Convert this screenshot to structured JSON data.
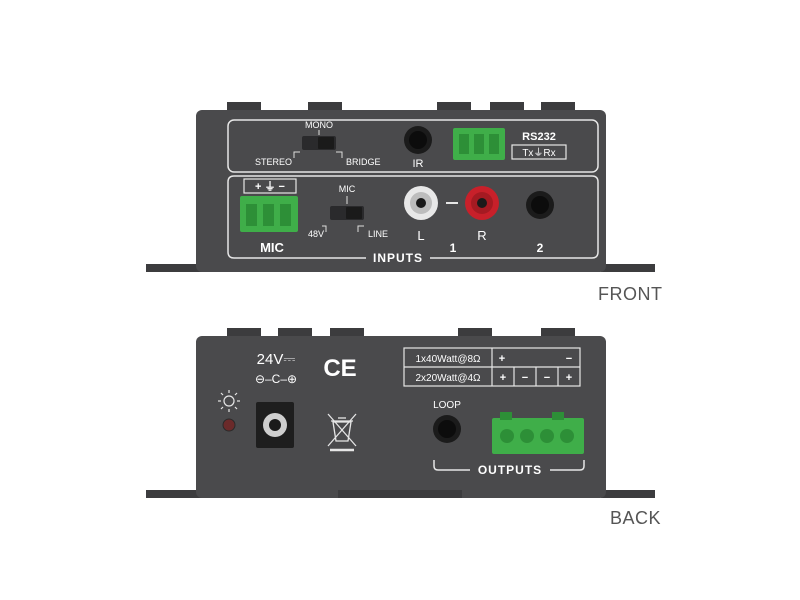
{
  "front": {
    "panel_label": "FRONT",
    "mode_switch": {
      "top": "MONO",
      "left": "STEREO",
      "right": "BRIDGE"
    },
    "ir_label": "IR",
    "rs232": {
      "title": "RS232",
      "pins": "Tx⏚Rx"
    },
    "mic_terminal_signs": "+ ⏚ −",
    "mic_label": "MIC",
    "input_switch": {
      "top": "MIC",
      "left": "48V",
      "right": "LINE"
    },
    "rca_left": "L",
    "rca_right": "R",
    "input1": "1",
    "input2": "2",
    "inputs_label": "INPUTS"
  },
  "back": {
    "panel_label": "BACK",
    "voltage": "24V⎓",
    "polarity": "⊖–C–⊕",
    "ce_mark": "CE",
    "loop_label": "LOOP",
    "outputs_label": "OUTPUTS",
    "output_table": {
      "row1": {
        "label": "1x40Watt@8Ω",
        "plus": "+",
        "minus": "−"
      },
      "row2": {
        "label": "2x20Watt@4Ω",
        "cells": [
          "+",
          "−",
          "−",
          "+"
        ]
      }
    }
  },
  "colors": {
    "chassis": "#4a4a4c",
    "chassis_dark": "#3c3c3e",
    "terminal_green": "#3fae49",
    "rca_red": "#c8202a",
    "rca_white": "#e8e8e8",
    "led": "#6b2a2a"
  },
  "icons": {
    "brightness": "sun-icon",
    "weee": "crossed-bin-icon"
  }
}
